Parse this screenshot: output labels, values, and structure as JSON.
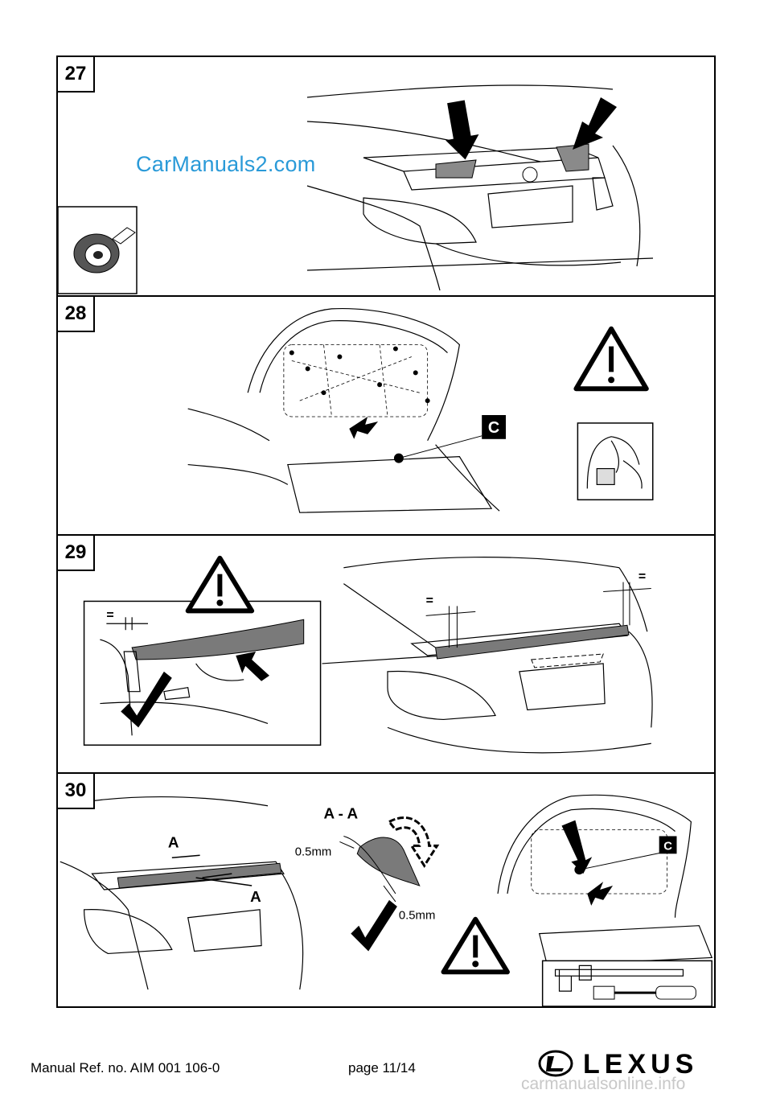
{
  "steps": [
    {
      "number": "27"
    },
    {
      "number": "28",
      "callout": "C"
    },
    {
      "number": "29",
      "gap_mark": "="
    },
    {
      "number": "30",
      "callout": "C",
      "section_label": "A - A",
      "section_marker": "A",
      "thickness_top": "0.5mm",
      "thickness_bottom": "0.5mm"
    }
  ],
  "watermark": "CarManuals2.com",
  "footer": {
    "ref": "Manual Ref. no. AIM 001 106-0",
    "page": "page 11/14",
    "brand": "LEXUS",
    "site": "carmanualsonline.info"
  },
  "colors": {
    "warning_fill": "#ffffff",
    "spoiler_fill": "#7a7a7a",
    "callout_fill": "#000000"
  }
}
